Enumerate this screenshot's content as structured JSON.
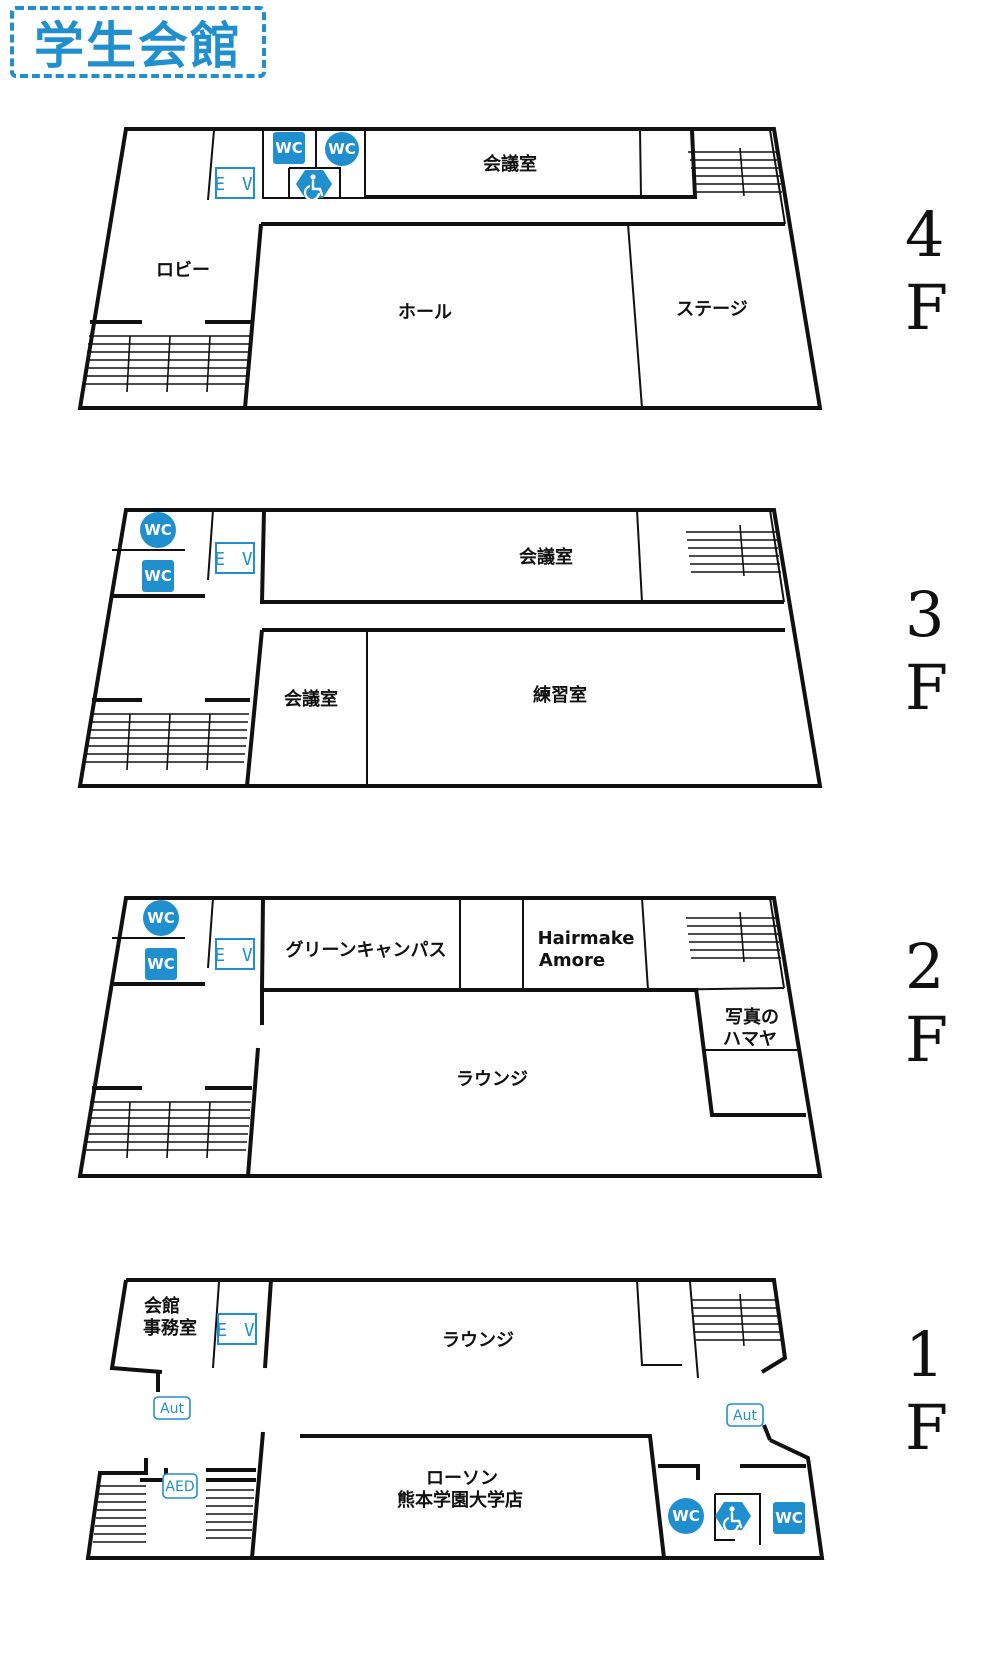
{
  "title": "学生会館",
  "colors": {
    "accent": "#1f8fce",
    "wall": "#111111"
  },
  "floors": {
    "f4": {
      "label": "4 F",
      "rooms": {
        "meeting": "会議室",
        "lobby": "ロビー",
        "hall": "ホール",
        "stage": "ステージ"
      },
      "ev": "E V",
      "wc1": "WC",
      "wc2": "WC"
    },
    "f3": {
      "label": "3 F",
      "rooms": {
        "meeting_top": "会議室",
        "meeting_bottom": "会議室",
        "practice": "練習室"
      },
      "ev": "E V",
      "wc1": "WC",
      "wc2": "WC"
    },
    "f2": {
      "label": "2 F",
      "rooms": {
        "green": "グリーンキャンパス",
        "hair1": "Hairmake",
        "hair2": "Amore",
        "photo1": "写真の",
        "photo2": "ハマヤ",
        "lounge": "ラウンジ"
      },
      "ev": "E V",
      "wc1": "WC",
      "wc2": "WC"
    },
    "f1": {
      "label": "1 F",
      "rooms": {
        "office1": "会館",
        "office2": "事務室",
        "lounge": "ラウンジ",
        "lawson1": "ローソン",
        "lawson2": "熊本学園大学店"
      },
      "ev": "E V",
      "aut_left": "Aut",
      "aut_right": "Aut",
      "aed": "AED",
      "wc1": "WC",
      "wc2": "WC"
    }
  },
  "icons": [
    "wheelchair-icon",
    "wc-icon",
    "elevator-icon",
    "automatic-door-icon",
    "aed-icon"
  ]
}
